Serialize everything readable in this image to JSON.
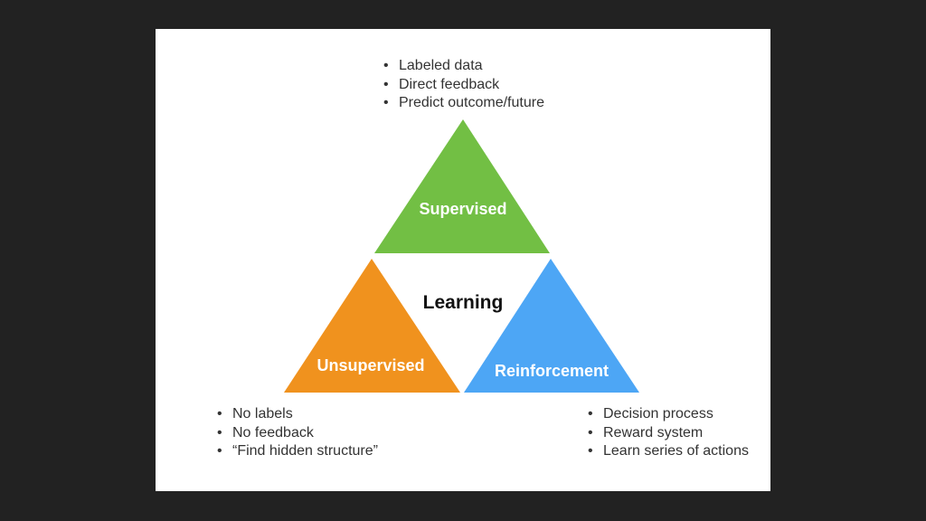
{
  "center_label": "Learning",
  "triangles": {
    "supervised": {
      "label": "Supervised",
      "color": "#72bf44"
    },
    "unsupervised": {
      "label": "Unsupervised",
      "color": "#f0921e"
    },
    "reinforcement": {
      "label": "Reinforcement",
      "color": "#4da6f5"
    }
  },
  "bullets": {
    "supervised": [
      "Labeled data",
      "Direct feedback",
      "Predict outcome/future"
    ],
    "unsupervised": [
      "No labels",
      "No feedback",
      "“Find hidden structure”"
    ],
    "reinforcement": [
      "Decision process",
      "Reward system",
      "Learn series of actions"
    ]
  }
}
